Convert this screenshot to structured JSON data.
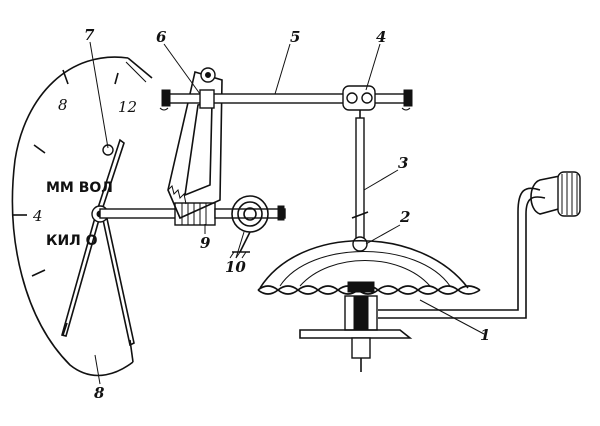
{
  "labels": {
    "n1": "1",
    "n2": "2",
    "n3": "3",
    "n4": "4",
    "n5": "5",
    "n6": "6",
    "n7": "7",
    "n8": "8",
    "n9": "9",
    "n10": "10"
  },
  "dial": {
    "scale_8": "8",
    "scale_12": "12",
    "scale_4": "4",
    "unit_top": "ММ ВОЛ",
    "unit_bottom": "КИЛ  О"
  }
}
